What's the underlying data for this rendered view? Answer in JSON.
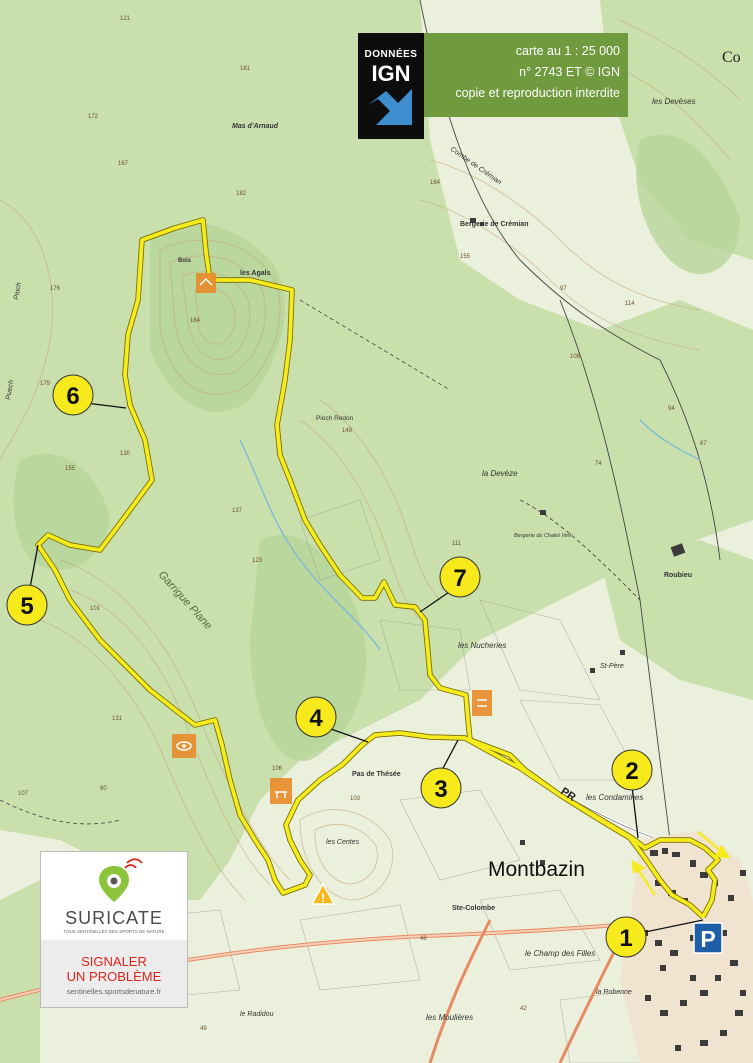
{
  "map": {
    "place_labels": [
      {
        "id": "montbazin",
        "text": "Montbazin"
      },
      {
        "id": "co",
        "text": "Co"
      },
      {
        "id": "les-deveses",
        "text": "les Devèses"
      },
      {
        "id": "mas-arnaud",
        "text": "Mas d'Arnaud"
      },
      {
        "id": "bergerie-cremian",
        "text": "Bergerie de Crémian"
      },
      {
        "id": "combe-cremian",
        "text": "Combe de Crémian"
      },
      {
        "id": "les-agals",
        "text": "les Agals"
      },
      {
        "id": "puech-redon",
        "text": "Pioch Redon"
      },
      {
        "id": "la-deveze",
        "text": "la Devèze"
      },
      {
        "id": "bergerie-chalets-vert",
        "text": "Bergerie du Chalet Vert"
      },
      {
        "id": "roubieu",
        "text": "Roubieu"
      },
      {
        "id": "les-nucheries",
        "text": "les Nucheries"
      },
      {
        "id": "st-pierre",
        "text": "St-Père"
      },
      {
        "id": "garrigue-plane",
        "text": "Garrigue Plane"
      },
      {
        "id": "les-condamines",
        "text": "les Condamines"
      },
      {
        "id": "ste-colombe",
        "text": "Ste-Colombe"
      },
      {
        "id": "champ-des-filles",
        "text": "le Champ des Filles"
      },
      {
        "id": "la-robenne",
        "text": "la Robenne"
      },
      {
        "id": "les-moulieres",
        "text": "les Moulières"
      },
      {
        "id": "le-radidou",
        "text": "le Radidou"
      },
      {
        "id": "les-centes",
        "text": "les Centes"
      },
      {
        "id": "pas-de-thesee",
        "text": "Pas de Thésée"
      },
      {
        "id": "pioch",
        "text": "Pioch"
      },
      {
        "id": "pioch-2",
        "text": "Puech"
      },
      {
        "id": "bois",
        "text": "Bois"
      },
      {
        "id": "pr",
        "text": "PR"
      }
    ],
    "waypoints": [
      "1",
      "2",
      "3",
      "4",
      "5",
      "6",
      "7"
    ],
    "route_color": "#f4ec1c",
    "parking_label": "P",
    "warning_glyph": "!"
  },
  "ign": {
    "logo_top": "DONNÉES",
    "logo_main": "IGN",
    "note_line1": "carte au 1 : 25 000",
    "note_line2": "n° 2743 ET © IGN",
    "note_line3": "copie et reproduction interdite"
  },
  "suricate": {
    "name": "SURICATE",
    "tagline": "TOUS SENTINELLES DES SPORTS DE NATURE",
    "signal_line1": "SIGNALER",
    "signal_line2": "UN PROBLÈME",
    "url": "sentinelles.sportsdenature.fr"
  },
  "colors": {
    "route": "#f4ec1c",
    "forest": "#c9e0ad",
    "open": "#eaf0dc",
    "water": "#7ab8d8",
    "contour": "#c8a57c",
    "poi_orange": "#e98b2a",
    "parking_blue": "#1e5fa8",
    "ign_green": "#6f9a3e",
    "suricate_red": "#d9261c"
  }
}
